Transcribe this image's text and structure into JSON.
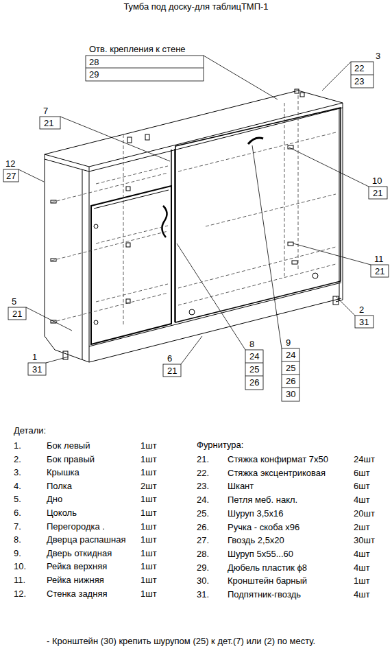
{
  "diagram": {
    "title": "Тумба под доску-для таблицТМП-1",
    "labels": [
      "Отв. крепления к стене",
      "28",
      "29",
      "3",
      "22",
      "23",
      "7",
      "21",
      "12",
      "27",
      "10",
      "21",
      "11",
      "21",
      "5",
      "21",
      "2",
      "31",
      "8",
      "24",
      "25",
      "26",
      "9",
      "24",
      "25",
      "26",
      "30",
      "6",
      "21",
      "1",
      "31",
      "Детали:",
      "1.",
      "Бок левый",
      "1шт",
      "2.",
      "Бок правый",
      "1шт",
      "3.",
      "Крышка",
      "1шт",
      "4.",
      "Полка",
      "2шт",
      "5.",
      "Дно",
      "1шт",
      "6.",
      "Цоколь",
      "1шт",
      "7.",
      "Перегородка .",
      "1шт",
      "8.",
      "Дверца распашная",
      "1шт",
      "9.",
      "Дверь откидная",
      "1шт",
      "10.",
      "Рейка верхняя",
      "1шт",
      "11.",
      "Рейка нижняя",
      "1шт",
      "12.",
      "Стенка задняя",
      "1шт",
      "Фурнитура:",
      "21.",
      "Стяжка конфирмат 7х50",
      "24шт",
      "22.",
      "Стяжка эксцентриковая",
      "6шт",
      "23.",
      "Шкант",
      "6шт",
      "24.",
      "Петля меб. накл.",
      "4шт",
      "25.",
      "Шуруп 3,5х16",
      "20шт",
      "26.",
      "Ручка - скоба х96",
      "2шт",
      "27.",
      "Гвоздь 2,5х20",
      "30шт",
      "28.",
      "Шуруп 5х55...60",
      "4шт",
      "29.",
      "Дюбель пластик ϕ8",
      "4шт",
      "30.",
      "Кронштейн барный",
      "1шт",
      "31.",
      "Подпятник-гвоздь",
      "4шт",
      "- Кронштейн (30) крепить шурупом (25) к дет.(7) или (2) по месту."
    ]
  }
}
